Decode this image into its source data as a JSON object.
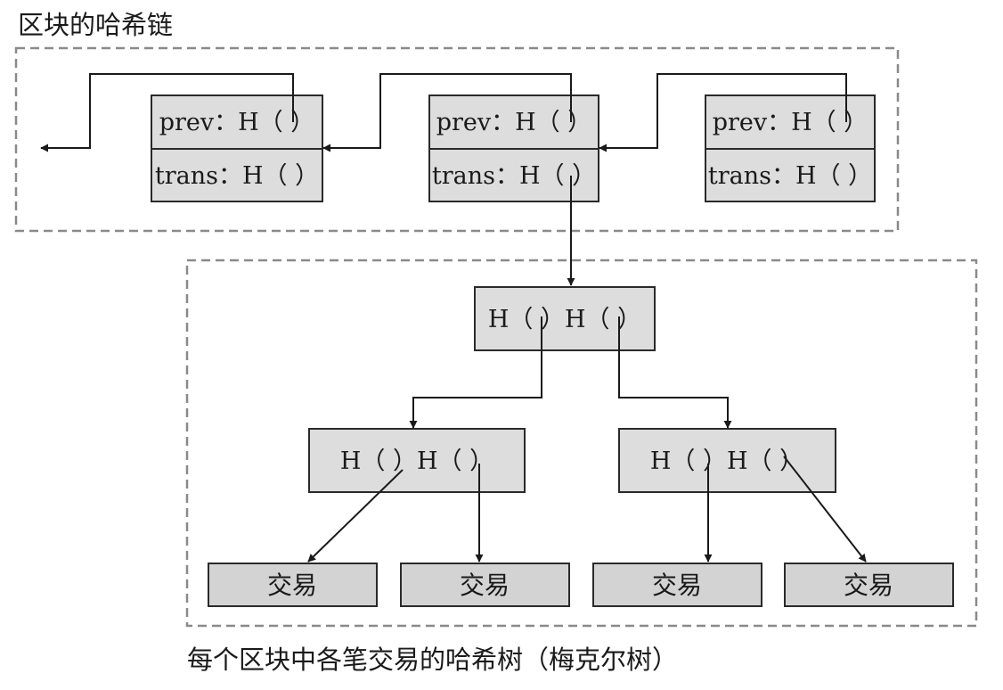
{
  "title_top": "区块的哈希链",
  "title_bottom": "每个区块中各笔交易的哈希树（梅克尔树）",
  "colors": {
    "block_fill": "#dddddd",
    "tx_fill": "#d3d3d3",
    "stroke": "#2a2a2a",
    "dashed": "#8a8a8a"
  },
  "blocks": [
    {
      "prev_label": "prev：H（ ）",
      "trans_label": "trans：H（ ）"
    },
    {
      "prev_label": "prev：H（ ）",
      "trans_label": "trans：H（ ）"
    },
    {
      "prev_label": "prev：H（ ）",
      "trans_label": "trans：H（ ）"
    }
  ],
  "merkle": {
    "root_label": "H（ ）H（ ）",
    "left_label": "H（ ）H（ ）",
    "right_label": "H（ ）H（ ）",
    "transactions": [
      "交易",
      "交易",
      "交易",
      "交易"
    ]
  }
}
